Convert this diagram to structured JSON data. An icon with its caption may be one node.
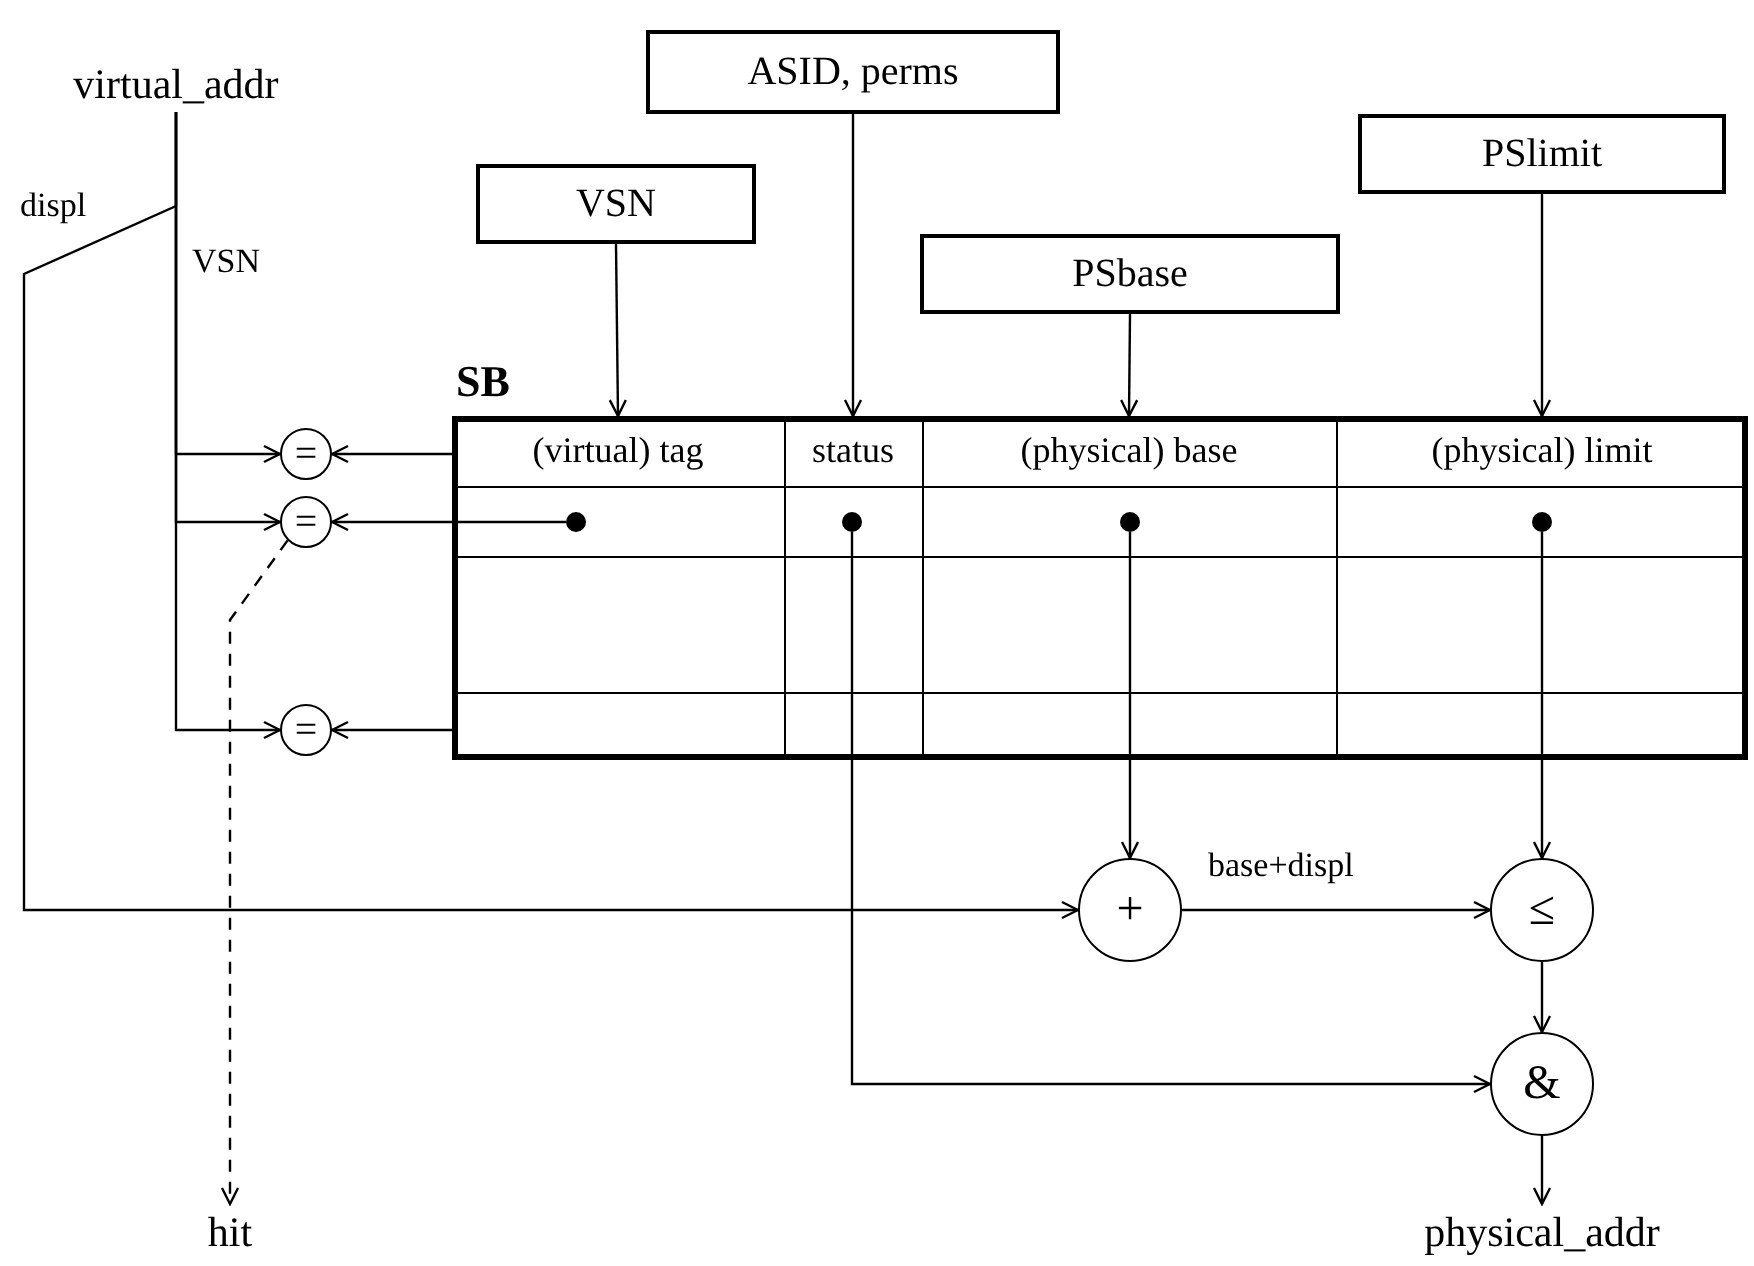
{
  "diagram": {
    "nodes": [
      {
        "text": [
          "virtual_addr"
        ]
      },
      {
        "text": [
          "ASID, perms"
        ]
      },
      {
        "text": [
          "VSN"
        ]
      },
      {
        "text": [
          "PSlimit"
        ]
      },
      {
        "text": [
          "PSbase"
        ]
      },
      {
        "text": [
          "SB"
        ]
      },
      {
        "text": [
          "(virtual) tag"
        ],
        "in": 5
      },
      {
        "text": [
          "status"
        ],
        "in": 5
      },
      {
        "text": [
          "(physical) base"
        ],
        "in": 5
      },
      {
        "text": [
          "(physical) limit"
        ],
        "in": 5
      },
      {
        "text": [],
        "shape": "dot",
        "in": 5
      },
      {
        "text": [],
        "shape": "dot",
        "in": 5
      },
      {
        "text": [],
        "shape": "dot",
        "in": 5
      },
      {
        "text": [],
        "shape": "dot",
        "in": 5
      },
      {
        "text": [
          "="
        ]
      },
      {
        "text": [
          "="
        ]
      },
      {
        "text": [
          "="
        ]
      },
      {
        "text": [
          "+"
        ]
      },
      {
        "text": [
          "≤"
        ]
      },
      {
        "text": [
          "&"
        ]
      },
      {
        "text": [
          "hit"
        ]
      },
      {
        "text": [
          "physical_addr"
        ]
      }
    ],
    "edges": [
      {
        "from": 0,
        "to": 14,
        "arrow": "to"
      },
      {
        "from": 0,
        "to": 15,
        "arrow": "to"
      },
      {
        "from": 0,
        "to": 16,
        "arrow": "to"
      },
      {
        "from": 0,
        "to": 17,
        "arrow": "to",
        "label": "displ"
      },
      {
        "from": 5,
        "to": 14,
        "arrow": "to"
      },
      {
        "from": 10,
        "to": 15,
        "arrow": "to"
      },
      {
        "from": 5,
        "to": 16,
        "arrow": "to"
      },
      {
        "from": 2,
        "to": 6,
        "arrow": "to"
      },
      {
        "from": 1,
        "to": 7,
        "arrow": "to"
      },
      {
        "from": 4,
        "to": 8,
        "arrow": "to"
      },
      {
        "from": 3,
        "to": 9,
        "arrow": "to"
      },
      {
        "from": 15,
        "to": 20,
        "arrow": "to",
        "style": "dashed"
      },
      {
        "from": 11,
        "to": 19,
        "arrow": "to"
      },
      {
        "from": 12,
        "to": 17,
        "arrow": "to"
      },
      {
        "from": 13,
        "to": 18,
        "arrow": "to"
      },
      {
        "from": 17,
        "to": 18,
        "arrow": "to",
        "label": "base+displ"
      },
      {
        "from": 18,
        "to": 19,
        "arrow": "to"
      },
      {
        "from": 19,
        "to": 21,
        "arrow": "to"
      }
    ],
    "labels": [
      "VSN"
    ]
  }
}
